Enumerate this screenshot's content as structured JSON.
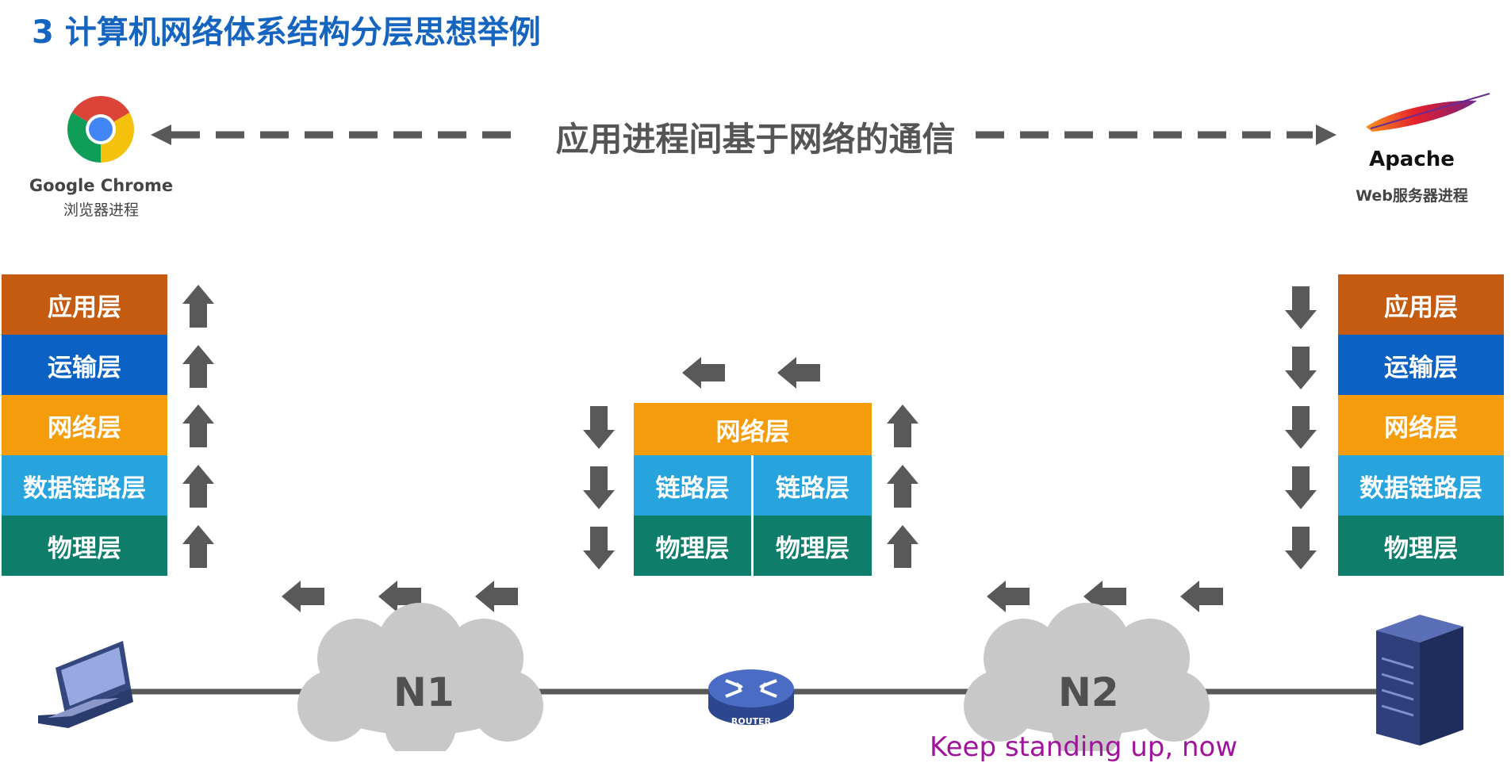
{
  "title": "3 计算机网络体系结构分层思想举例",
  "process_comm": {
    "label": "应用进程间基于网络的通信"
  },
  "endpoints": {
    "client": {
      "name": "Google Chrome",
      "sub": "浏览器进程",
      "icon": "chrome-logo-icon",
      "device_icon": "laptop-icon"
    },
    "server": {
      "name": "Apache",
      "sub": "Web服务器进程",
      "icon": "apache-feather-icon",
      "device_icon": "server-tower-icon"
    }
  },
  "stacks": {
    "client_layers": [
      "应用层",
      "运输层",
      "网络层",
      "数据链路层",
      "物理层"
    ],
    "server_layers": [
      "应用层",
      "运输层",
      "网络层",
      "数据链路层",
      "物理层"
    ],
    "router": {
      "network": "网络层",
      "link_left": "链路层",
      "link_right": "链路层",
      "phys_left": "物理层",
      "phys_right": "物理层"
    }
  },
  "network": {
    "n1": "N1",
    "n2": "N2",
    "router_label": "ROUTER"
  },
  "subtitle_overlay": "Keep standing up, now",
  "colors": {
    "title": "#1565c0",
    "application": "#c55a11",
    "transport": "#0b62c4",
    "network": "#f59c0d",
    "datalink": "#27a3dd",
    "physical": "#0e7e6b",
    "arrow": "#595959",
    "cloud": "#c8c8c8",
    "router": "#3a56a8",
    "subtitle": "#a0149c"
  }
}
